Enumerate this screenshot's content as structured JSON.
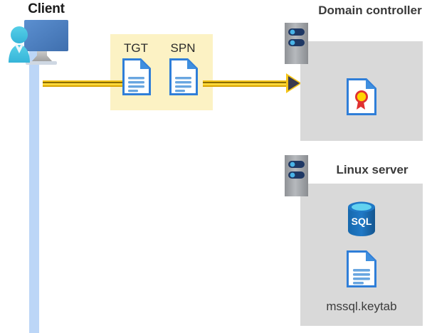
{
  "diagram": {
    "title_client": "Client",
    "nodes": [
      {
        "id": "client",
        "label": "Client"
      },
      {
        "id": "domain-controller",
        "label": "Domain controller"
      },
      {
        "id": "linux-server",
        "label": "Linux server"
      }
    ],
    "message": {
      "documents": [
        {
          "id": "tgt",
          "label": "TGT",
          "icon": "document-icon"
        },
        {
          "id": "spn",
          "label": "SPN",
          "icon": "document-icon"
        }
      ],
      "arrow_direction": "right",
      "highlight_color": "#fcf2c4",
      "arrow_color": "#f5c518"
    },
    "domain_controller": {
      "title": "Domain controller",
      "contents": [
        {
          "id": "certificate",
          "icon": "certificate-document-icon",
          "label": ""
        }
      ],
      "panel_color": "#d9d9d9"
    },
    "linux_server": {
      "title": "Linux server",
      "contents": [
        {
          "id": "sql-database",
          "icon": "sql-database-icon",
          "label": "SQL"
        },
        {
          "id": "keytab-file",
          "icon": "document-icon",
          "label": "mssql.keytab"
        }
      ],
      "panel_color": "#d9d9d9"
    },
    "lifeline": {
      "owner": "client",
      "color": "#bcd6f7"
    },
    "colors": {
      "client_monitor": "#4a7ebb",
      "person": "#41bde0",
      "server_chassis": "#9e9e9e",
      "server_pill": "#1f3864",
      "title_text": "#3a3a3a",
      "sql_blue": "#1f6cb4",
      "doc_border": "#2f7ed8",
      "seal_red": "#d32f2f",
      "seal_yellow": "#ffd500"
    }
  }
}
